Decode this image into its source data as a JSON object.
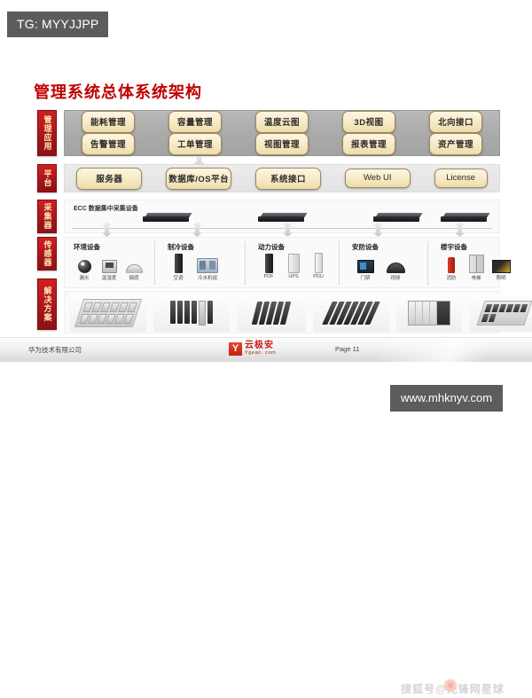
{
  "overlays": {
    "tg_tag": "TG: MYYJJPP",
    "url_tag": "www.mhknyv.com"
  },
  "slide": {
    "title": "管理系统总体系统架构",
    "rails": [
      {
        "name": "management-application",
        "label": "管理应用"
      },
      {
        "name": "platform",
        "label": "平台"
      },
      {
        "name": "collector",
        "label": "采集器"
      },
      {
        "name": "sensor",
        "label": "传感器"
      },
      {
        "name": "solution",
        "label": "解决方案"
      }
    ],
    "management_layer": {
      "row1": [
        "能耗管理",
        "容量管理",
        "温度云图",
        "3D视图",
        "北向接口"
      ],
      "row2": [
        "告警管理",
        "工单管理",
        "视图管理",
        "报表管理",
        "资产管理"
      ]
    },
    "platform_layer": [
      "服务器",
      "数据库/OS平台",
      "系统接口",
      "Web UI",
      "License"
    ],
    "collector_layer": {
      "label": "ECC 数据集中采集设备"
    },
    "sensor_layer": [
      {
        "title": "环境设备",
        "items": [
          {
            "caption": "漏水",
            "icon": "water-sensor-icon"
          },
          {
            "caption": "温湿度",
            "icon": "temperature-humidity-icon"
          },
          {
            "caption": "烟感",
            "icon": "smoke-detector-icon"
          }
        ]
      },
      {
        "title": "制冷设备",
        "items": [
          {
            "caption": "空调",
            "icon": "air-conditioner-icon"
          },
          {
            "caption": "冷水机组",
            "icon": "chiller-unit-icon"
          }
        ]
      },
      {
        "title": "动力设备",
        "items": [
          {
            "caption": "PDF",
            "icon": "power-cabinet-icon"
          },
          {
            "caption": "UPS",
            "icon": "ups-icon"
          },
          {
            "caption": "PDU",
            "icon": "pdu-icon"
          }
        ]
      },
      {
        "title": "安防设备",
        "items": [
          {
            "caption": "门禁",
            "icon": "access-control-icon"
          },
          {
            "caption": "视频",
            "icon": "dome-camera-icon"
          }
        ]
      },
      {
        "title": "楼宇设备",
        "items": [
          {
            "caption": "消防",
            "icon": "fire-extinguisher-icon"
          },
          {
            "caption": "电梯",
            "icon": "elevator-icon"
          },
          {
            "caption": "照明",
            "icon": "lighting-icon"
          }
        ]
      }
    ],
    "solution_layer": [
      {
        "name": "battery-tray-photo"
      },
      {
        "name": "modular-rack-photo"
      },
      {
        "name": "black-server-rack-photo"
      },
      {
        "name": "row-of-racks-photo"
      },
      {
        "name": "container-datacenter-photo"
      },
      {
        "name": "equipment-tray-photo"
      }
    ],
    "footer": {
      "company": "华为技术有限公司",
      "logo_cn": "云极安",
      "logo_en": "Ygean. com",
      "logo_mark": "Y",
      "page": "Page 11",
      "watermark": "搜狐号@先锋网星球"
    }
  },
  "colors": {
    "title_red": "#c00000",
    "rail_red": "#a5151b",
    "pill_cream": "#f6e9c4",
    "band_grey": "#ababab",
    "tag_grey": "#5c5c5c"
  }
}
